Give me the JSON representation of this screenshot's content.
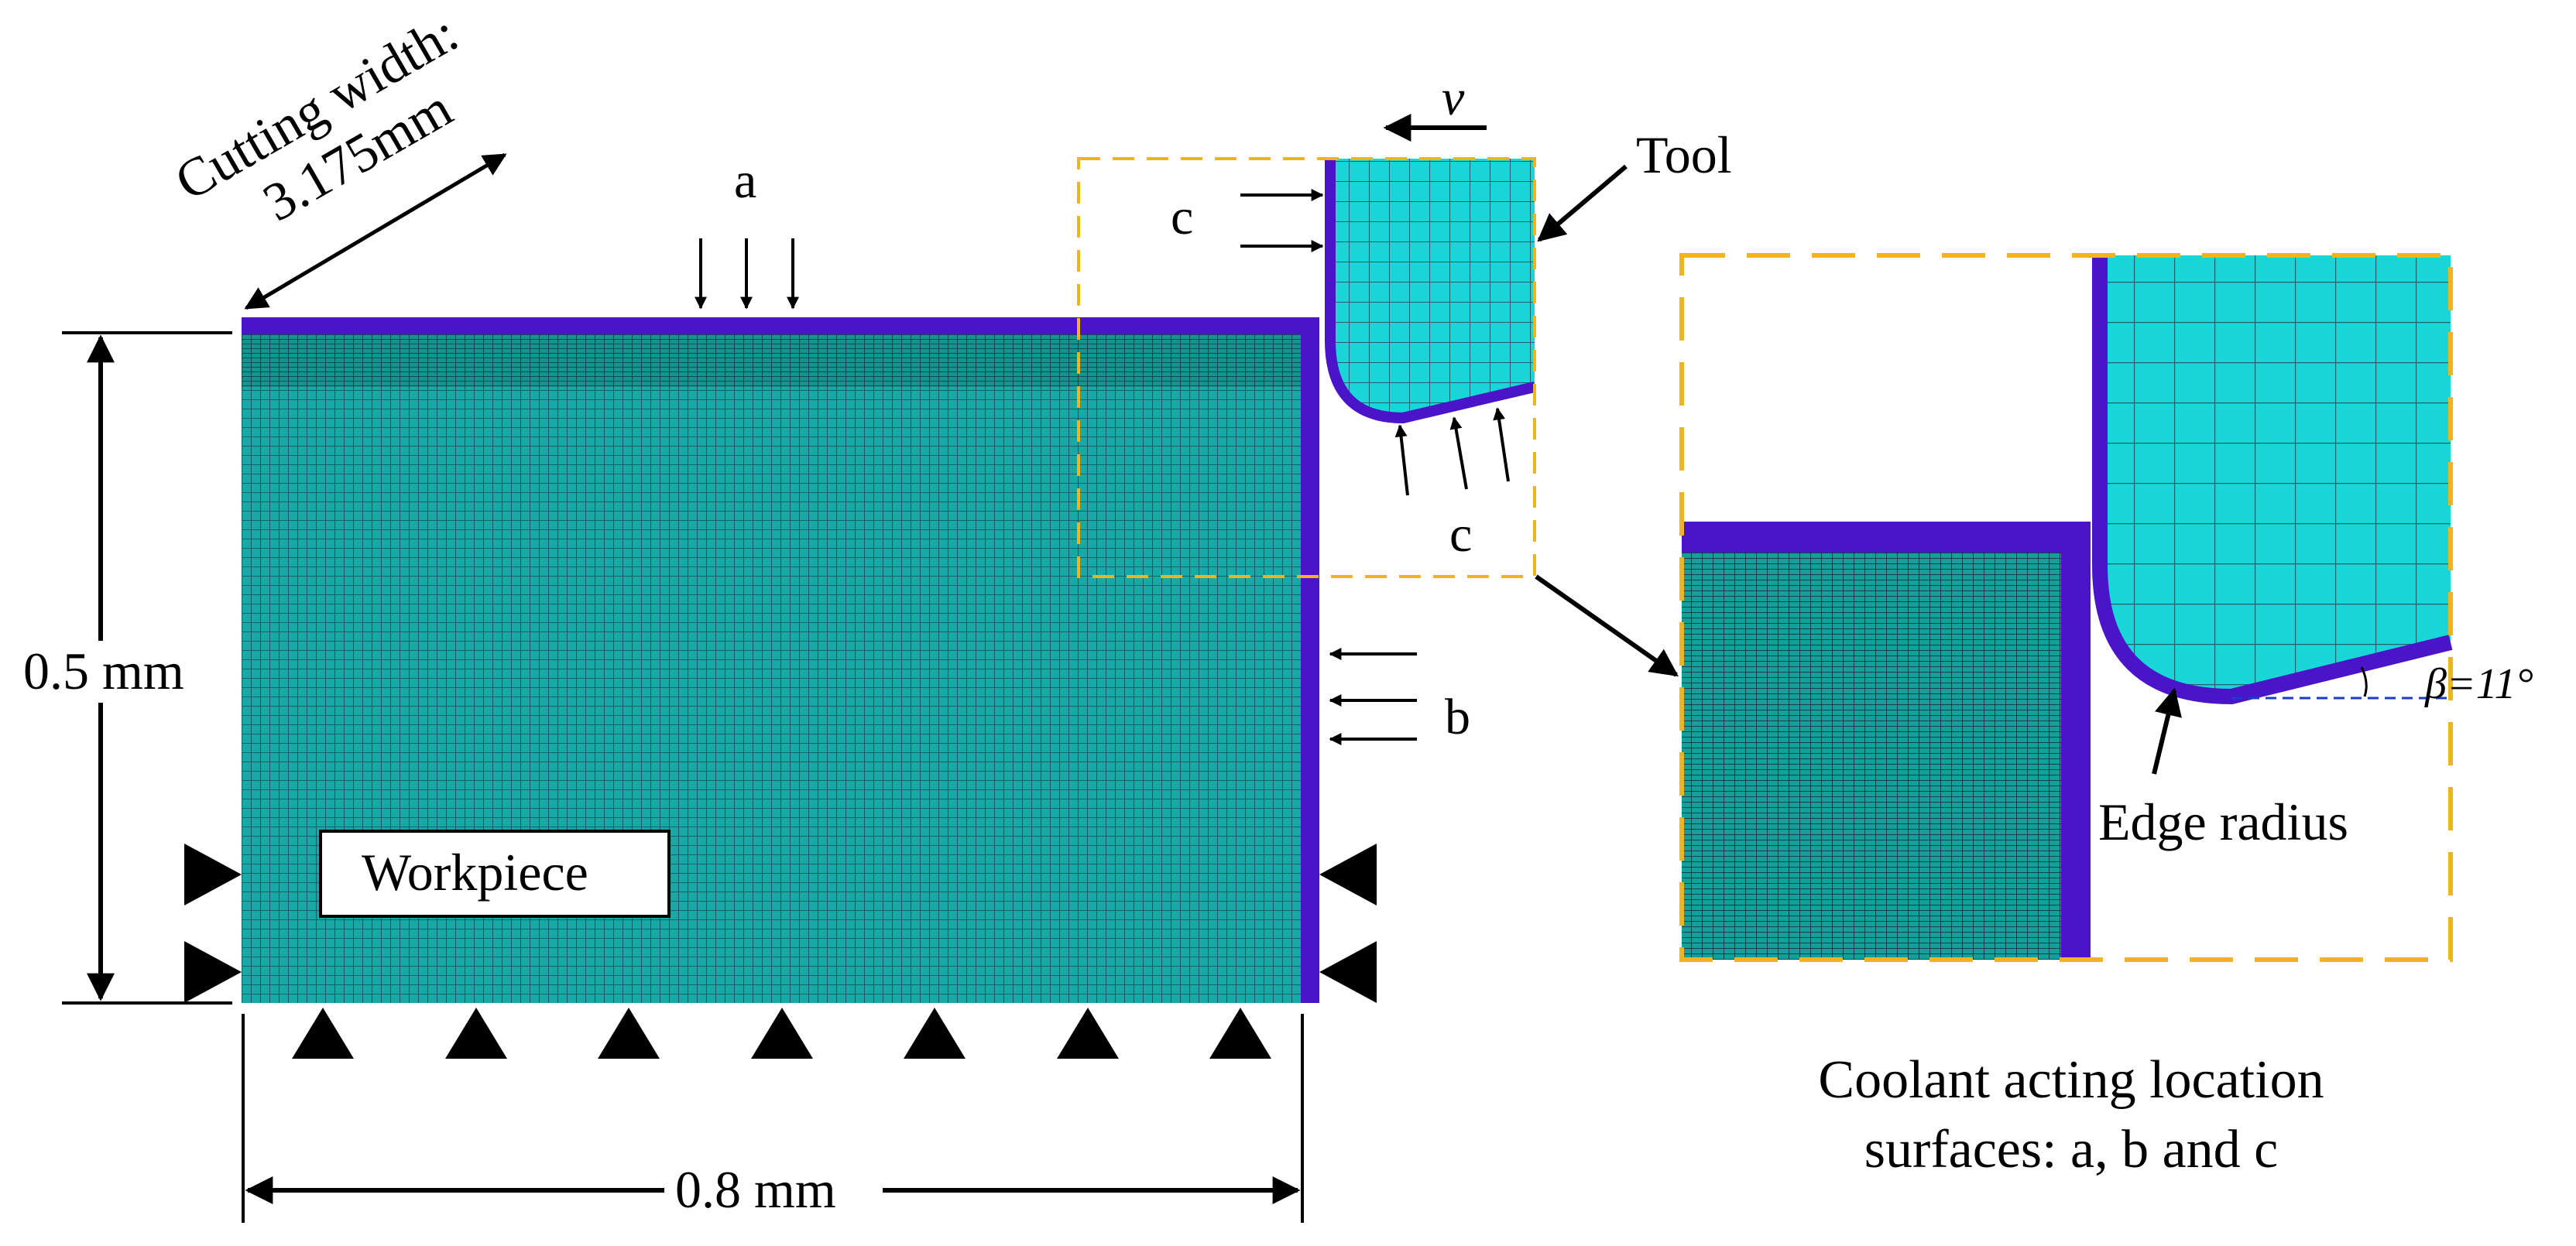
{
  "labels": {
    "cutting_width_line1": "Cutting width:",
    "cutting_width_line2": "3.175mm",
    "surface_a": "a",
    "surface_b": "b",
    "surface_c_left": "c",
    "surface_c_bottom": "c",
    "velocity": "v",
    "tool": "Tool",
    "height_dim": "0.5 mm",
    "width_dim": "0.8 mm",
    "workpiece": "Workpiece",
    "edge_radius": "Edge radius",
    "beta_angle": "β=11°",
    "caption_line1": "Coolant acting location",
    "caption_line2": "surfaces: a, b and c"
  },
  "colors": {
    "mesh_fill": "#15aaa6",
    "mesh_line": "#0b4f55",
    "tool_fill": "#19d6d8",
    "coolant_surface": "#4b14c8",
    "zoom_box": "#f2b320",
    "beta_guide": "#1a3ccc"
  }
}
